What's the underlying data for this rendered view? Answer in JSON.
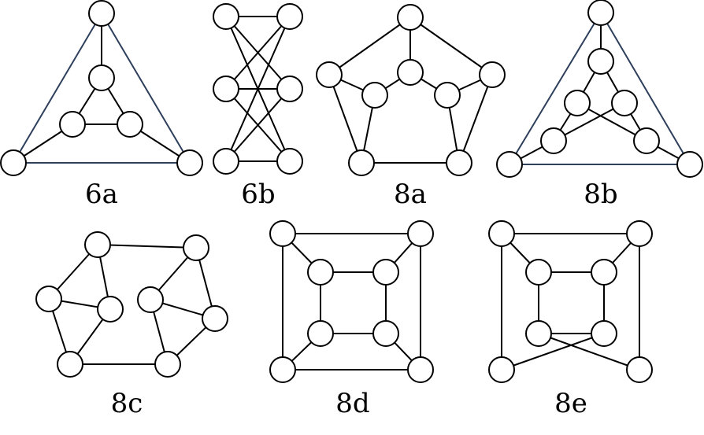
{
  "graphs": [
    {
      "id": "6a",
      "label": "6a"
    },
    {
      "id": "6b",
      "label": "6b"
    },
    {
      "id": "8a",
      "label": "8a"
    },
    {
      "id": "8b",
      "label": "8b"
    },
    {
      "id": "8c",
      "label": "8c"
    },
    {
      "id": "8d",
      "label": "8d"
    },
    {
      "id": "8e",
      "label": "8e"
    }
  ],
  "colors": {
    "edge": "#000000",
    "outer_edge": "#2e3f5c",
    "node_fill": "#ffffff",
    "node_stroke": "#000000"
  }
}
